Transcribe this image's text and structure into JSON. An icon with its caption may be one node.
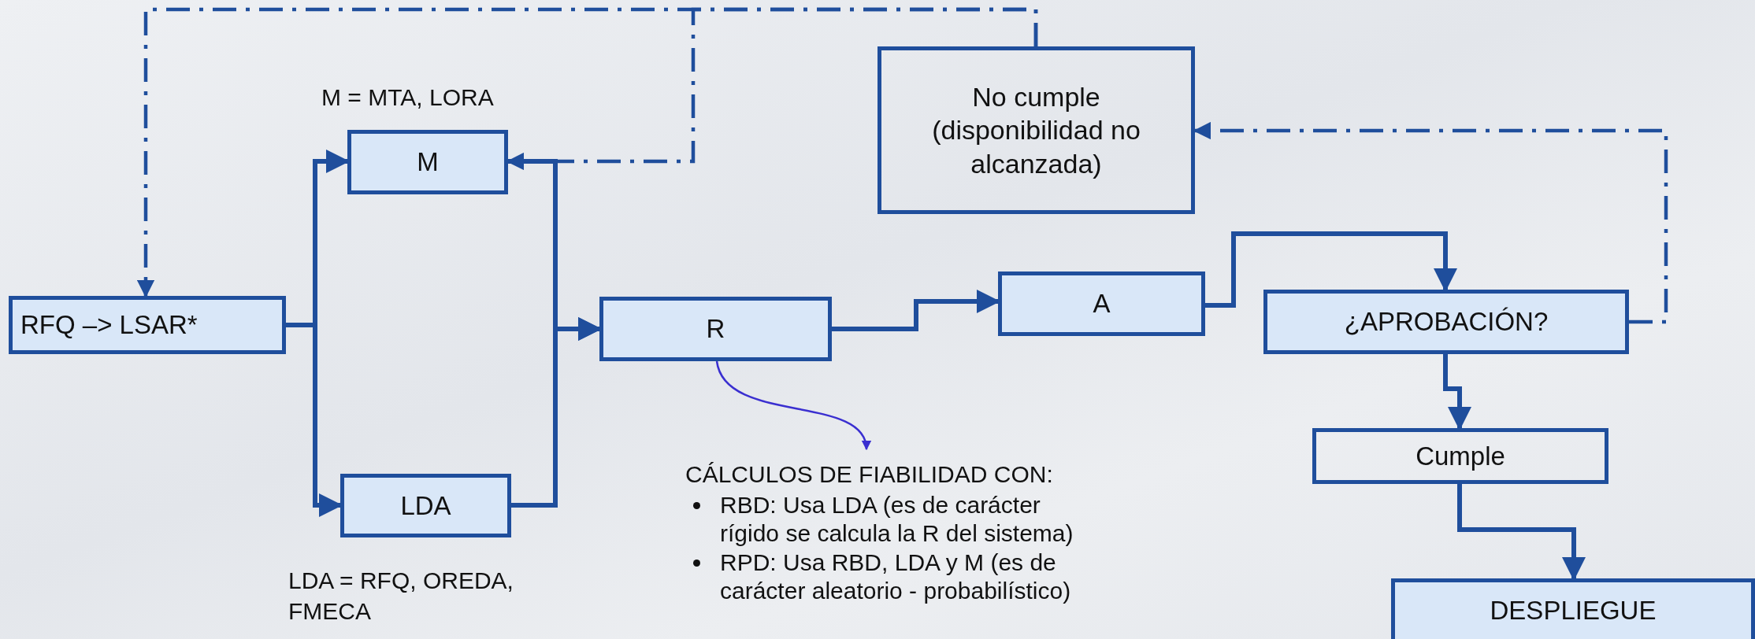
{
  "diagram": {
    "nodes": [
      {
        "text": [
          "RFQ –> LSAR*"
        ]
      },
      {
        "text": [
          "M"
        ],
        "beside": [
          "M = MTA, LORA"
        ]
      },
      {
        "text": [
          "LDA"
        ],
        "beside": [
          "LDA = RFQ, OREDA, FMECA"
        ]
      },
      {
        "text": [
          "R"
        ]
      },
      {
        "text": [
          "A"
        ]
      },
      {
        "text": [
          "¿APROBACIÓN?"
        ]
      },
      {
        "text": [
          "No cumple (disponibilidad no alcanzada)"
        ]
      },
      {
        "text": [
          "Cumple"
        ]
      },
      {
        "text": [
          "DESPLIEGUE"
        ]
      },
      {
        "text": [
          "CÁLCULOS DE FIABILIDAD CON:",
          "RBD: Usa LDA (es de carácter rígido se calcula la R del sistema)",
          "RPD: Usa RBD, LDA y M (es de carácter  aleatorio - probabilístico)"
        ]
      }
    ],
    "edges": [
      {
        "from": 0,
        "to": 1,
        "arrow": "to"
      },
      {
        "from": 0,
        "to": 2,
        "arrow": "to"
      },
      {
        "from": 1,
        "to": 3,
        "arrow": "to"
      },
      {
        "from": 2,
        "to": 3,
        "arrow": "to"
      },
      {
        "from": 3,
        "to": 4,
        "arrow": "to"
      },
      {
        "from": 4,
        "to": 5,
        "arrow": "to"
      },
      {
        "from": 5,
        "to": 7,
        "arrow": "to"
      },
      {
        "from": 7,
        "to": 8,
        "arrow": "to"
      },
      {
        "from": 5,
        "to": 6,
        "arrow": "to",
        "style": "dashed"
      },
      {
        "from": 6,
        "to": 1,
        "arrow": "to",
        "style": "dashed"
      },
      {
        "from": 6,
        "to": 0,
        "arrow": "to",
        "style": "dashed"
      },
      {
        "from": 3,
        "to": 9,
        "arrow": "to",
        "color": "#3a2fd0"
      }
    ]
  }
}
